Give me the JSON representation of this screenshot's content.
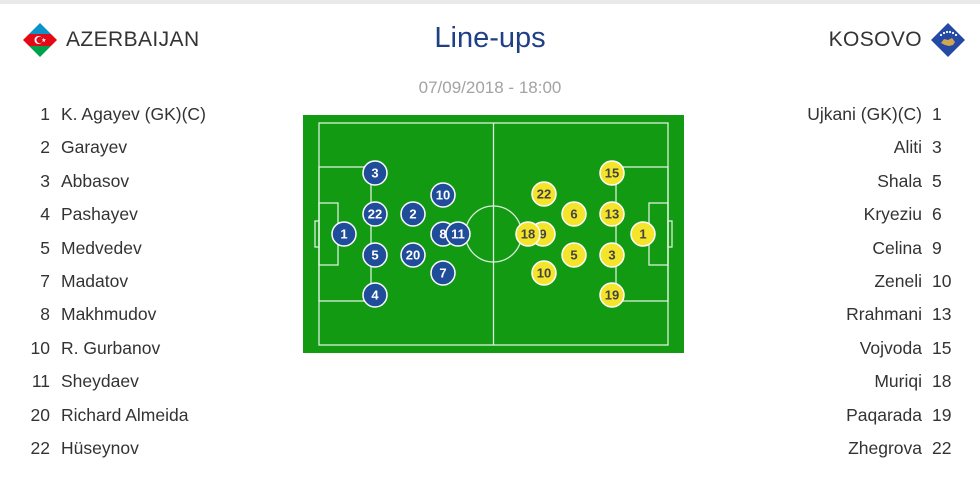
{
  "header": {
    "title": "Line-ups",
    "date": "07/09/2018 - 18:00"
  },
  "home": {
    "name": "AZERBAIJAN",
    "flag_icon": "azerbaijan-flag-icon",
    "colors": {
      "blue": "#0a92c9",
      "red": "#e30a17",
      "green": "#00a14b"
    },
    "players": [
      {
        "num": "1",
        "name": "K. Agayev (GK)(C)"
      },
      {
        "num": "2",
        "name": "Garayev"
      },
      {
        "num": "3",
        "name": "Abbasov"
      },
      {
        "num": "4",
        "name": "Pashayev"
      },
      {
        "num": "5",
        "name": "Medvedev"
      },
      {
        "num": "7",
        "name": "Madatov"
      },
      {
        "num": "8",
        "name": "Makhmudov"
      },
      {
        "num": "10",
        "name": "R. Gurbanov"
      },
      {
        "num": "11",
        "name": "Sheydaev"
      },
      {
        "num": "20",
        "name": "Richard Almeida"
      },
      {
        "num": "22",
        "name": "Hüseynov"
      }
    ]
  },
  "away": {
    "name": "KOSOVO",
    "flag_icon": "kosovo-flag-icon",
    "colors": {
      "blue": "#244aa5",
      "gold": "#d0a650"
    },
    "players": [
      {
        "num": "1",
        "name": "Ujkani (GK)(C)"
      },
      {
        "num": "3",
        "name": "Aliti"
      },
      {
        "num": "5",
        "name": "Shala"
      },
      {
        "num": "6",
        "name": "Kryeziu"
      },
      {
        "num": "9",
        "name": "Celina"
      },
      {
        "num": "10",
        "name": "Zeneli"
      },
      {
        "num": "13",
        "name": "Rrahmani"
      },
      {
        "num": "15",
        "name": "Vojvoda"
      },
      {
        "num": "18",
        "name": "Muriqi"
      },
      {
        "num": "19",
        "name": "Paqarada"
      },
      {
        "num": "22",
        "name": "Zhegrova"
      }
    ]
  },
  "pitch": {
    "grass_color": "#139a13",
    "line_color": "#ffffff",
    "home_token": {
      "fill": "#1f4d99",
      "text": "#ffffff"
    },
    "away_token": {
      "fill": "#f4e52a",
      "text": "#444444"
    },
    "home_tokens": [
      "3",
      "10",
      "22",
      "2",
      "1",
      "8",
      "11",
      "5",
      "20",
      "7",
      "4"
    ],
    "away_tokens": [
      "15",
      "22",
      "6",
      "13",
      "18",
      "9",
      "1",
      "5",
      "3",
      "10",
      "19"
    ]
  }
}
